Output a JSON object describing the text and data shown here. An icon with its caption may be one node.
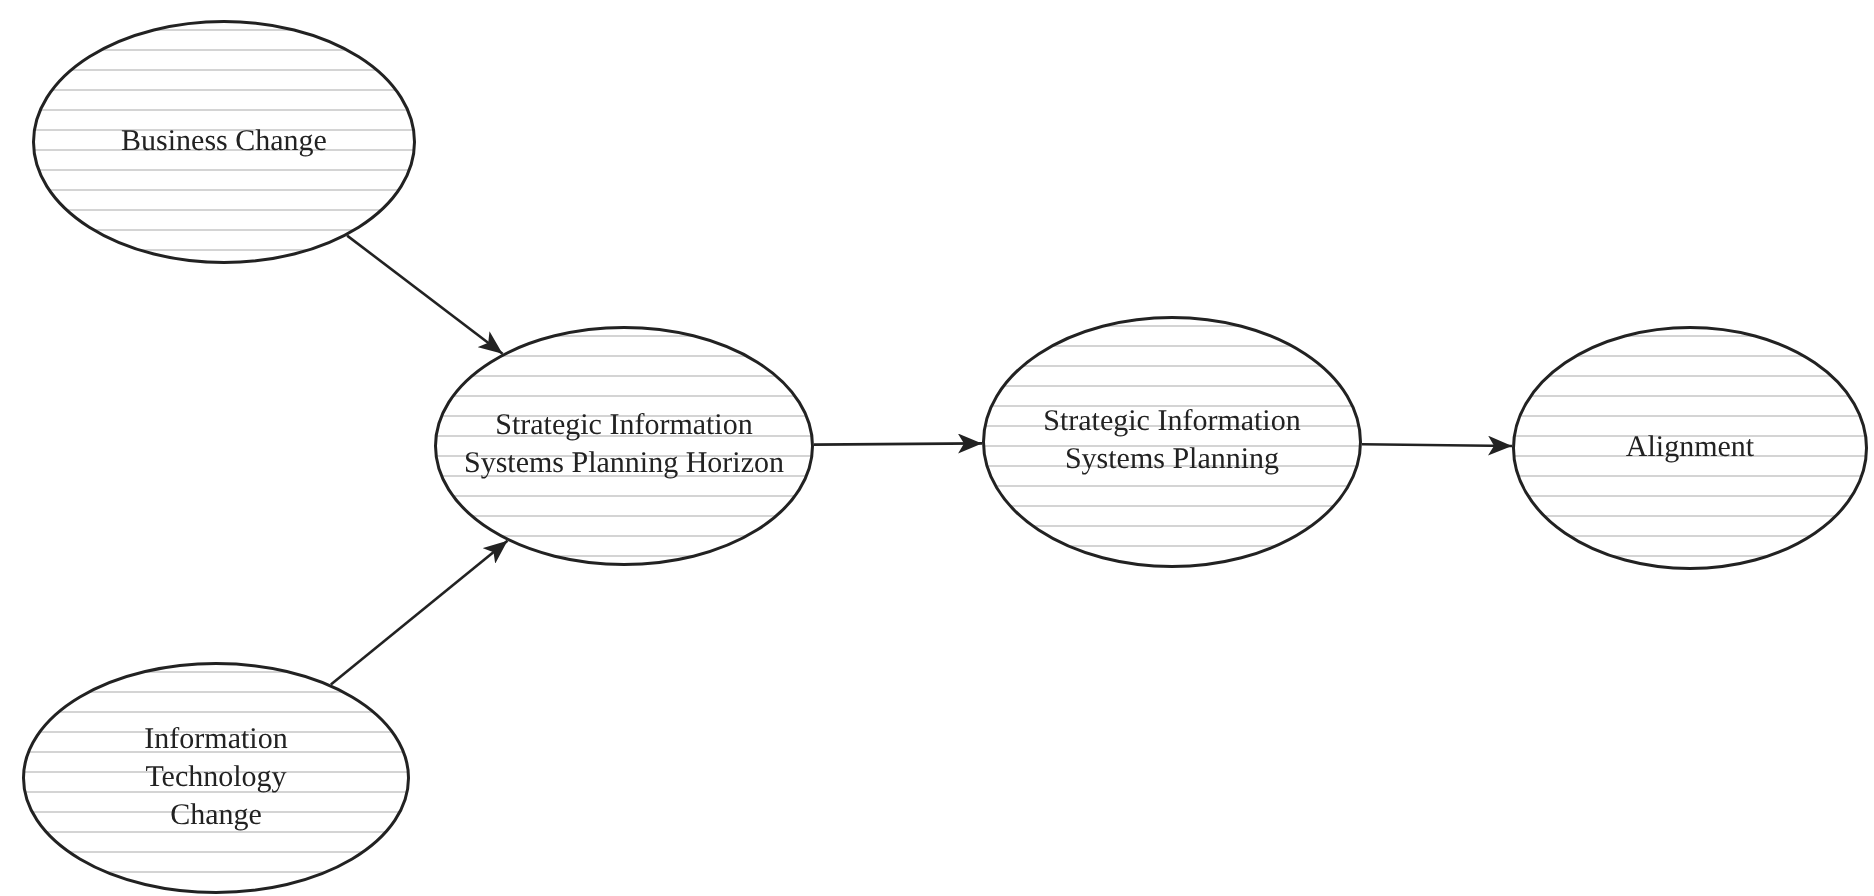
{
  "diagram": {
    "nodes": [
      {
        "text": [
          "Business Change"
        ]
      },
      {
        "text": [
          "Information Technology Change"
        ]
      },
      {
        "text": [
          "Strategic Information Systems Planning Horizon"
        ]
      },
      {
        "text": [
          "Strategic Information Systems Planning"
        ]
      },
      {
        "text": [
          "Alignment"
        ]
      }
    ],
    "edges": [
      {
        "from": 0,
        "to": 2,
        "arrow": "to"
      },
      {
        "from": 1,
        "to": 2,
        "arrow": "to"
      },
      {
        "from": 2,
        "to": 3,
        "arrow": "to"
      },
      {
        "from": 3,
        "to": 4,
        "arrow": "to"
      }
    ]
  }
}
